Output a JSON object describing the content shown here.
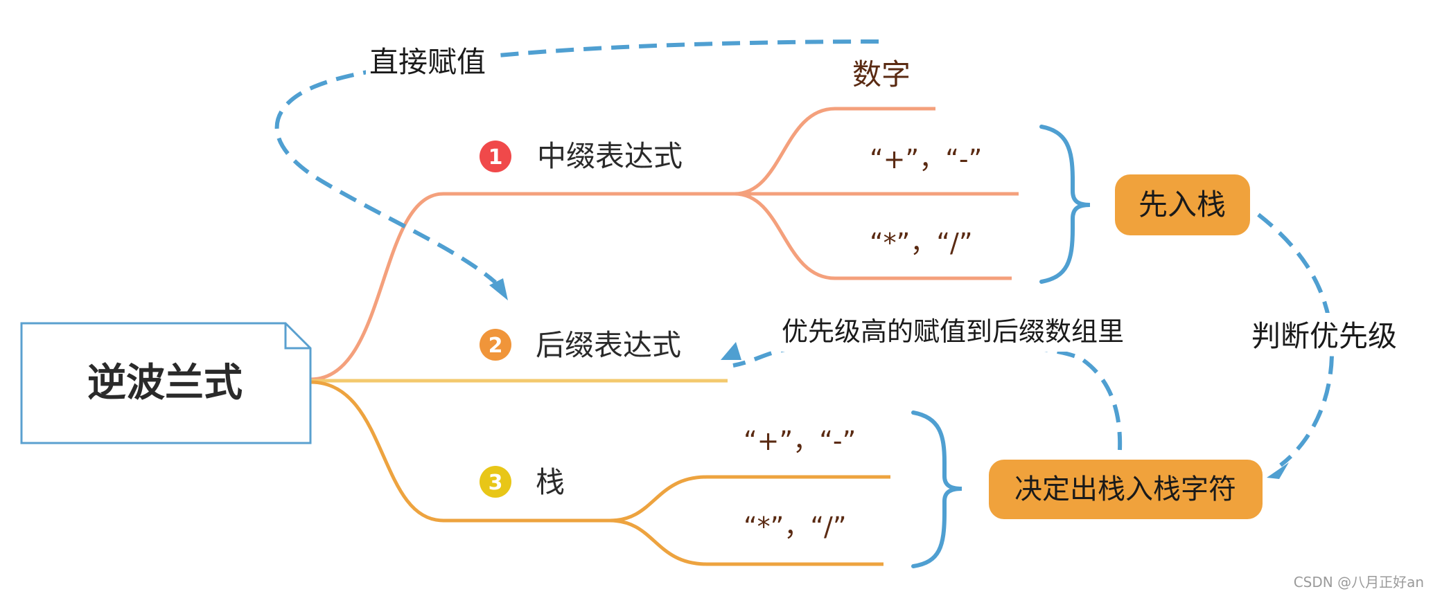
{
  "root": {
    "label": "逆波兰式"
  },
  "branches": [
    {
      "number": "1",
      "label": "中缀表达式",
      "color": "#f4a07c",
      "badge_color": "#f0494a"
    },
    {
      "number": "2",
      "label": "后缀表达式",
      "color": "#f3c96e",
      "badge_color": "#f0953a"
    },
    {
      "number": "3",
      "label": "栈",
      "color": "#eda33f",
      "badge_color": "#e8c617"
    }
  ],
  "infix_leaves": [
    {
      "label": "数字"
    },
    {
      "label": "“+”，“-”"
    },
    {
      "label": "“*”，“/”"
    }
  ],
  "stack_leaves": [
    {
      "label": "“+”，“-”"
    },
    {
      "label": "“*”，“/”"
    }
  ],
  "pills": {
    "push_first": {
      "label": "先入栈",
      "color": "#f0a23c"
    },
    "decide": {
      "label": "决定出栈入栈字符",
      "color": "#f0a23c"
    }
  },
  "annotations": {
    "direct_assign": "直接赋值",
    "judge_priority": "判断优先级",
    "high_priority_assign": "优先级高的赋值到后缀数组里"
  },
  "colors": {
    "connector": "#4f9fd1",
    "root_border": "#5aa0cf"
  },
  "watermark": "CSDN @八月正好an"
}
